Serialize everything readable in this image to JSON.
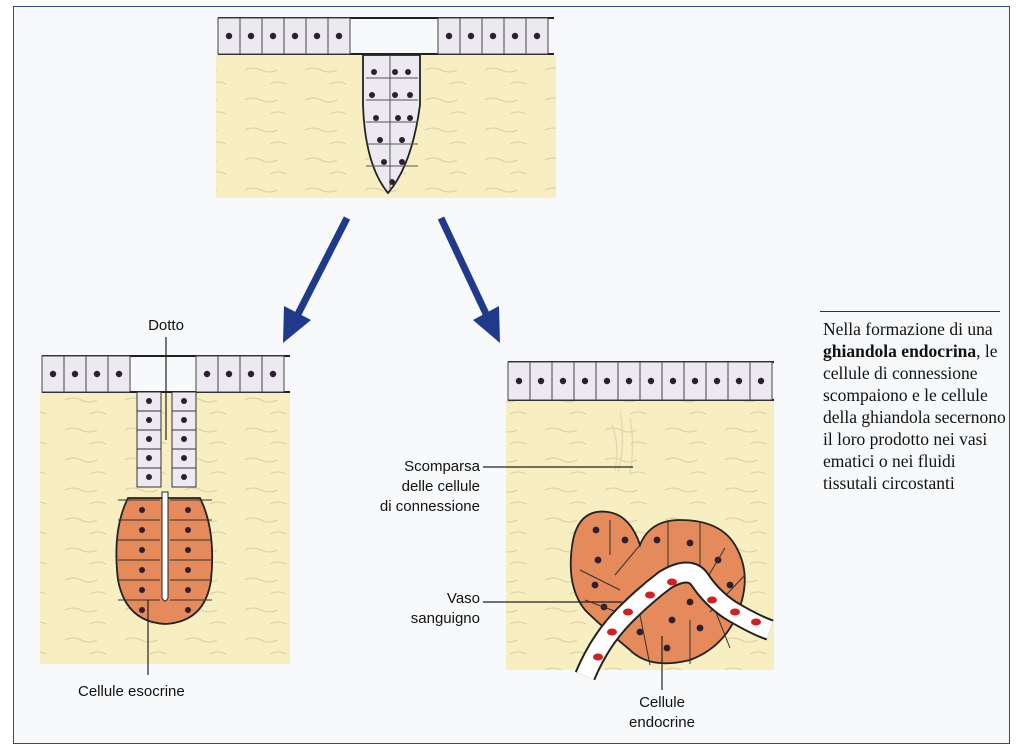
{
  "labels": {
    "duct": "Dotto",
    "exocrine_cells": "Cellule esocrine",
    "disappearance_line1": "Scomparsa",
    "disappearance_line2": "delle cellule",
    "disappearance_line3": "di connessione",
    "vessel_line1": "Vaso",
    "vessel_line2": "sanguigno",
    "endocrine_line1": "Cellule",
    "endocrine_line2": "endocrine"
  },
  "caption": {
    "part1": "Nella formazione di una ",
    "bold1": "ghiandola endocrina",
    "part2": ", le cellule di connessione scompaiono e le cellule della ghiandola secernono il loro prodotto nei vasi ematici o nei fluidi tissutali circostanti"
  },
  "colors": {
    "connective": "#f7efc2",
    "epithelium": "#eceaf0",
    "gland_cell": "#e58a5a",
    "nucleus": "#2e2030",
    "arrow": "#1f3a8a",
    "blood": "#d22020",
    "frame": "#2a4a8c"
  }
}
